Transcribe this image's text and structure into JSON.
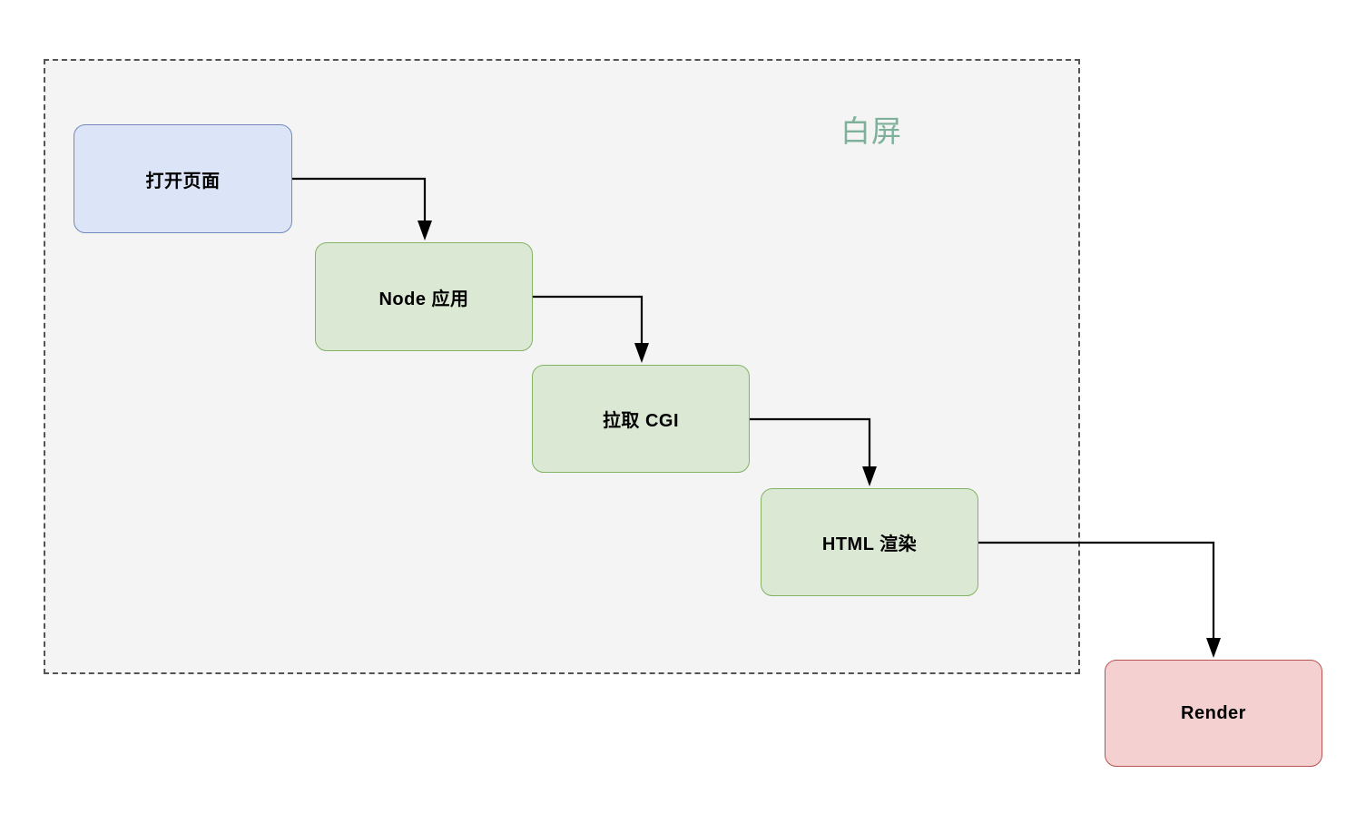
{
  "diagram": {
    "title_region": {
      "label": "白屏",
      "color": "#7fb09a"
    },
    "container": {
      "name": "white-screen-phase-group",
      "background": "#f4f4f4",
      "border_style": "dashed",
      "border_color": "#545454"
    },
    "nodes": [
      {
        "id": "open-page",
        "label": "打开页面",
        "fill": "#dce4f7",
        "stroke": "#7189bf"
      },
      {
        "id": "node-app",
        "label": "Node 应用",
        "fill": "#dbe8d4",
        "stroke": "#82b366"
      },
      {
        "id": "fetch-cgi",
        "label": "拉取 CGI",
        "fill": "#dbe8d4",
        "stroke": "#82b366"
      },
      {
        "id": "html-render",
        "label": "HTML 渲染",
        "fill": "#dbe8d4",
        "stroke": "#82b366"
      },
      {
        "id": "render",
        "label": "Render",
        "fill": "#f4d0d0",
        "stroke": "#b85450"
      }
    ],
    "edges": [
      {
        "id": "edge-open-to-node",
        "from": "open-page",
        "to": "node-app",
        "style": "orthogonal-arrow"
      },
      {
        "id": "edge-node-to-cgi",
        "from": "node-app",
        "to": "fetch-cgi",
        "style": "orthogonal-arrow"
      },
      {
        "id": "edge-cgi-to-html",
        "from": "fetch-cgi",
        "to": "html-render",
        "style": "orthogonal-arrow"
      },
      {
        "id": "edge-html-to-render",
        "from": "html-render",
        "to": "render",
        "style": "orthogonal-arrow"
      }
    ]
  }
}
